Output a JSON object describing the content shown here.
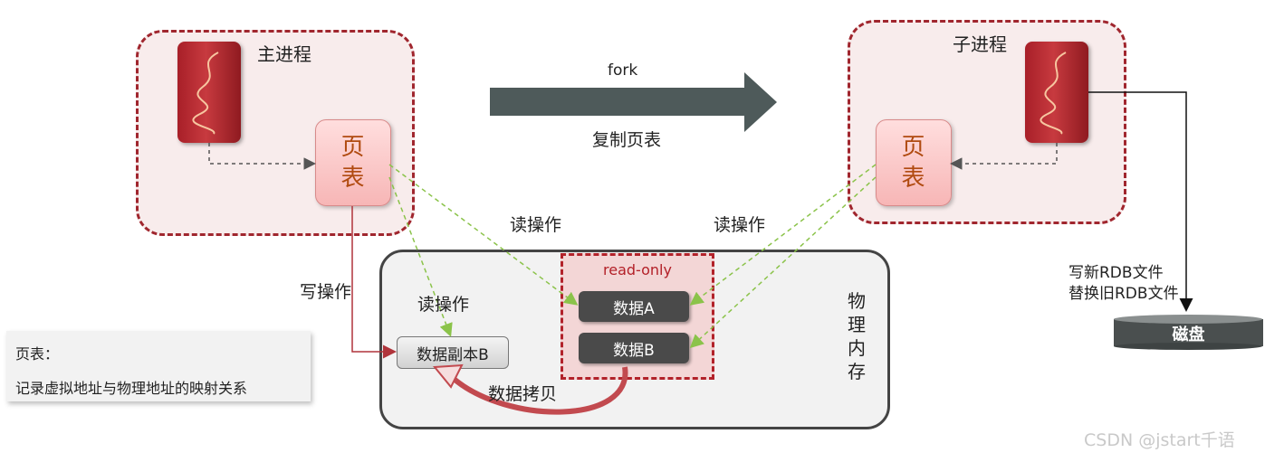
{
  "parent_process": {
    "title": "主进程",
    "page_table": [
      "页",
      "表"
    ]
  },
  "child_process": {
    "title": "子进程",
    "page_table": [
      "页",
      "表"
    ]
  },
  "fork": {
    "label": "fork",
    "caption": "复制页表"
  },
  "memory": {
    "title_chars": [
      "物",
      "理",
      "内",
      "存"
    ],
    "read_only_label": "read-only",
    "data_a": "数据A",
    "data_b": "数据B",
    "copy_b": "数据副本B",
    "copy_label": "数据拷贝"
  },
  "operations": {
    "read_parent": "读操作",
    "read_child": "读操作",
    "read_copy": "读操作",
    "write": "写操作"
  },
  "disk": {
    "label": "磁盘",
    "write_note_line1": "写新RDB文件",
    "write_note_line2": "替换旧RDB文件"
  },
  "note": {
    "title": "页表：",
    "text": "记录虚拟地址与物理地址的映射关系"
  },
  "watermark": "CSDN @jstart千语",
  "colors": {
    "frame": "#a0262e",
    "read_arrow": "#8bc34a",
    "write_arrow": "#b0343b",
    "data_block": "#4a4a4a",
    "fork_arrow": "#4e5a5a"
  },
  "icons": {
    "cpu": "cpu-wave-icon",
    "disk": "disk-icon"
  }
}
